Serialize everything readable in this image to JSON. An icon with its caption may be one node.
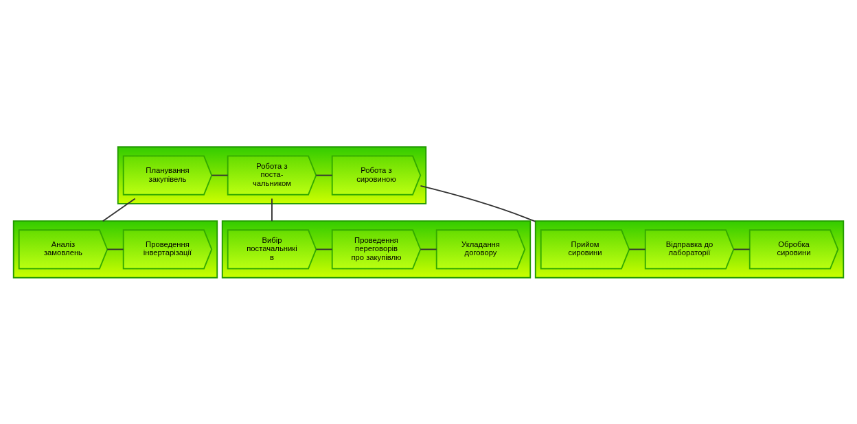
{
  "diagram": {
    "nodes": [
      {
        "text": [],
        "shape": "chevron"
      },
      {
        "text": [
          "Планування закупівель"
        ],
        "in": 0
      },
      {
        "text": [
          "Робота з поста- чальником"
        ],
        "in": 0
      },
      {
        "text": [
          "Робота з сировиною"
        ],
        "in": 0
      },
      {
        "text": [],
        "shape": "chevron"
      },
      {
        "text": [
          "Аналіз замовлень"
        ],
        "in": 4
      },
      {
        "text": [
          "Проведення інвертарізації"
        ],
        "in": 4
      },
      {
        "text": [],
        "shape": "chevron"
      },
      {
        "text": [
          "Прийом сировини"
        ],
        "in": 7
      },
      {
        "text": [
          "Відправка до лабораторії"
        ],
        "in": 7
      },
      {
        "text": [
          "Обробка сировини"
        ],
        "in": 7
      },
      {
        "text": [],
        "shape": "chevron"
      },
      {
        "text": [
          "Вибір постачальникі в"
        ],
        "in": 11
      },
      {
        "text": [
          "Проведення переговорів про закупівлю"
        ],
        "in": 11
      },
      {
        "text": [
          "Укладання договору"
        ],
        "in": 11
      }
    ],
    "edges": [
      {
        "from": 1,
        "to": 2,
        "arrow": "none"
      },
      {
        "from": 2,
        "to": 3,
        "arrow": "none"
      },
      {
        "from": 1,
        "to": 4,
        "arrow": "none"
      },
      {
        "from": 2,
        "to": 11,
        "arrow": "none"
      },
      {
        "from": 3,
        "to": 7,
        "arrow": "none"
      },
      {
        "from": 5,
        "to": 6,
        "arrow": "none"
      },
      {
        "from": 8,
        "to": 9,
        "arrow": "none"
      },
      {
        "from": 9,
        "to": 10,
        "arrow": "none"
      },
      {
        "from": 12,
        "to": 13,
        "arrow": "none"
      },
      {
        "from": 13,
        "to": 14,
        "arrow": "none"
      }
    ]
  }
}
